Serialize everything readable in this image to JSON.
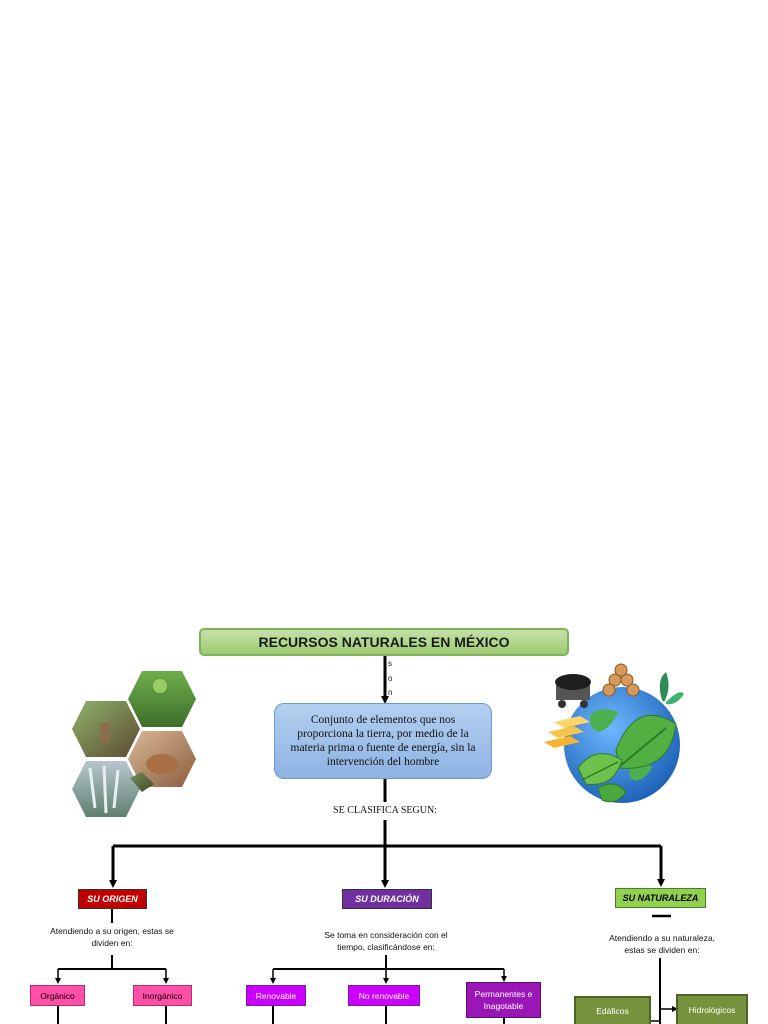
{
  "title": "RECURSOS NATURALES EN MÉXICO",
  "connector_letters": [
    "s",
    "o",
    "n"
  ],
  "definition": "Conjunto de elementos que nos proporciona la tierra, por medio de la materia prima o fuente de energía, sin la intervención del hombre",
  "classify_label": "SE CLASIFICA SEGUN:",
  "categories": [
    {
      "label": "SU ORIGEN",
      "description": "Atendiendo a su origen, estas se dividen en:",
      "children": [
        "Orgánico",
        "Inorgánico"
      ]
    },
    {
      "label": "SU DURACIÓN",
      "description": "Se toma en consideración con el tiempo, clasificándose en:",
      "children": [
        "Renovable",
        "No renovable",
        "Permanentes e Inagotable"
      ]
    },
    {
      "label": "SU NATURALEZA",
      "description": "Atendiendo a su naturaleza, estas se dividen en:",
      "children": [
        "Edáficos",
        "Hidrológicos"
      ]
    }
  ],
  "colors": {
    "title_fill": "#9ccc73",
    "definition_fill": "#8db3e2",
    "origen": "#c00000",
    "duracion": "#7030a0",
    "naturaleza": "#92d050",
    "organic_leaf": "#ff4fa7",
    "duration_leaf": "#cc00ff",
    "permanent_leaf": "#9b16b6",
    "nature_leaf": "#76923c"
  },
  "images": {
    "left": "hexagon-photo-collage-icon",
    "right": "globe-with-resources-icon"
  }
}
